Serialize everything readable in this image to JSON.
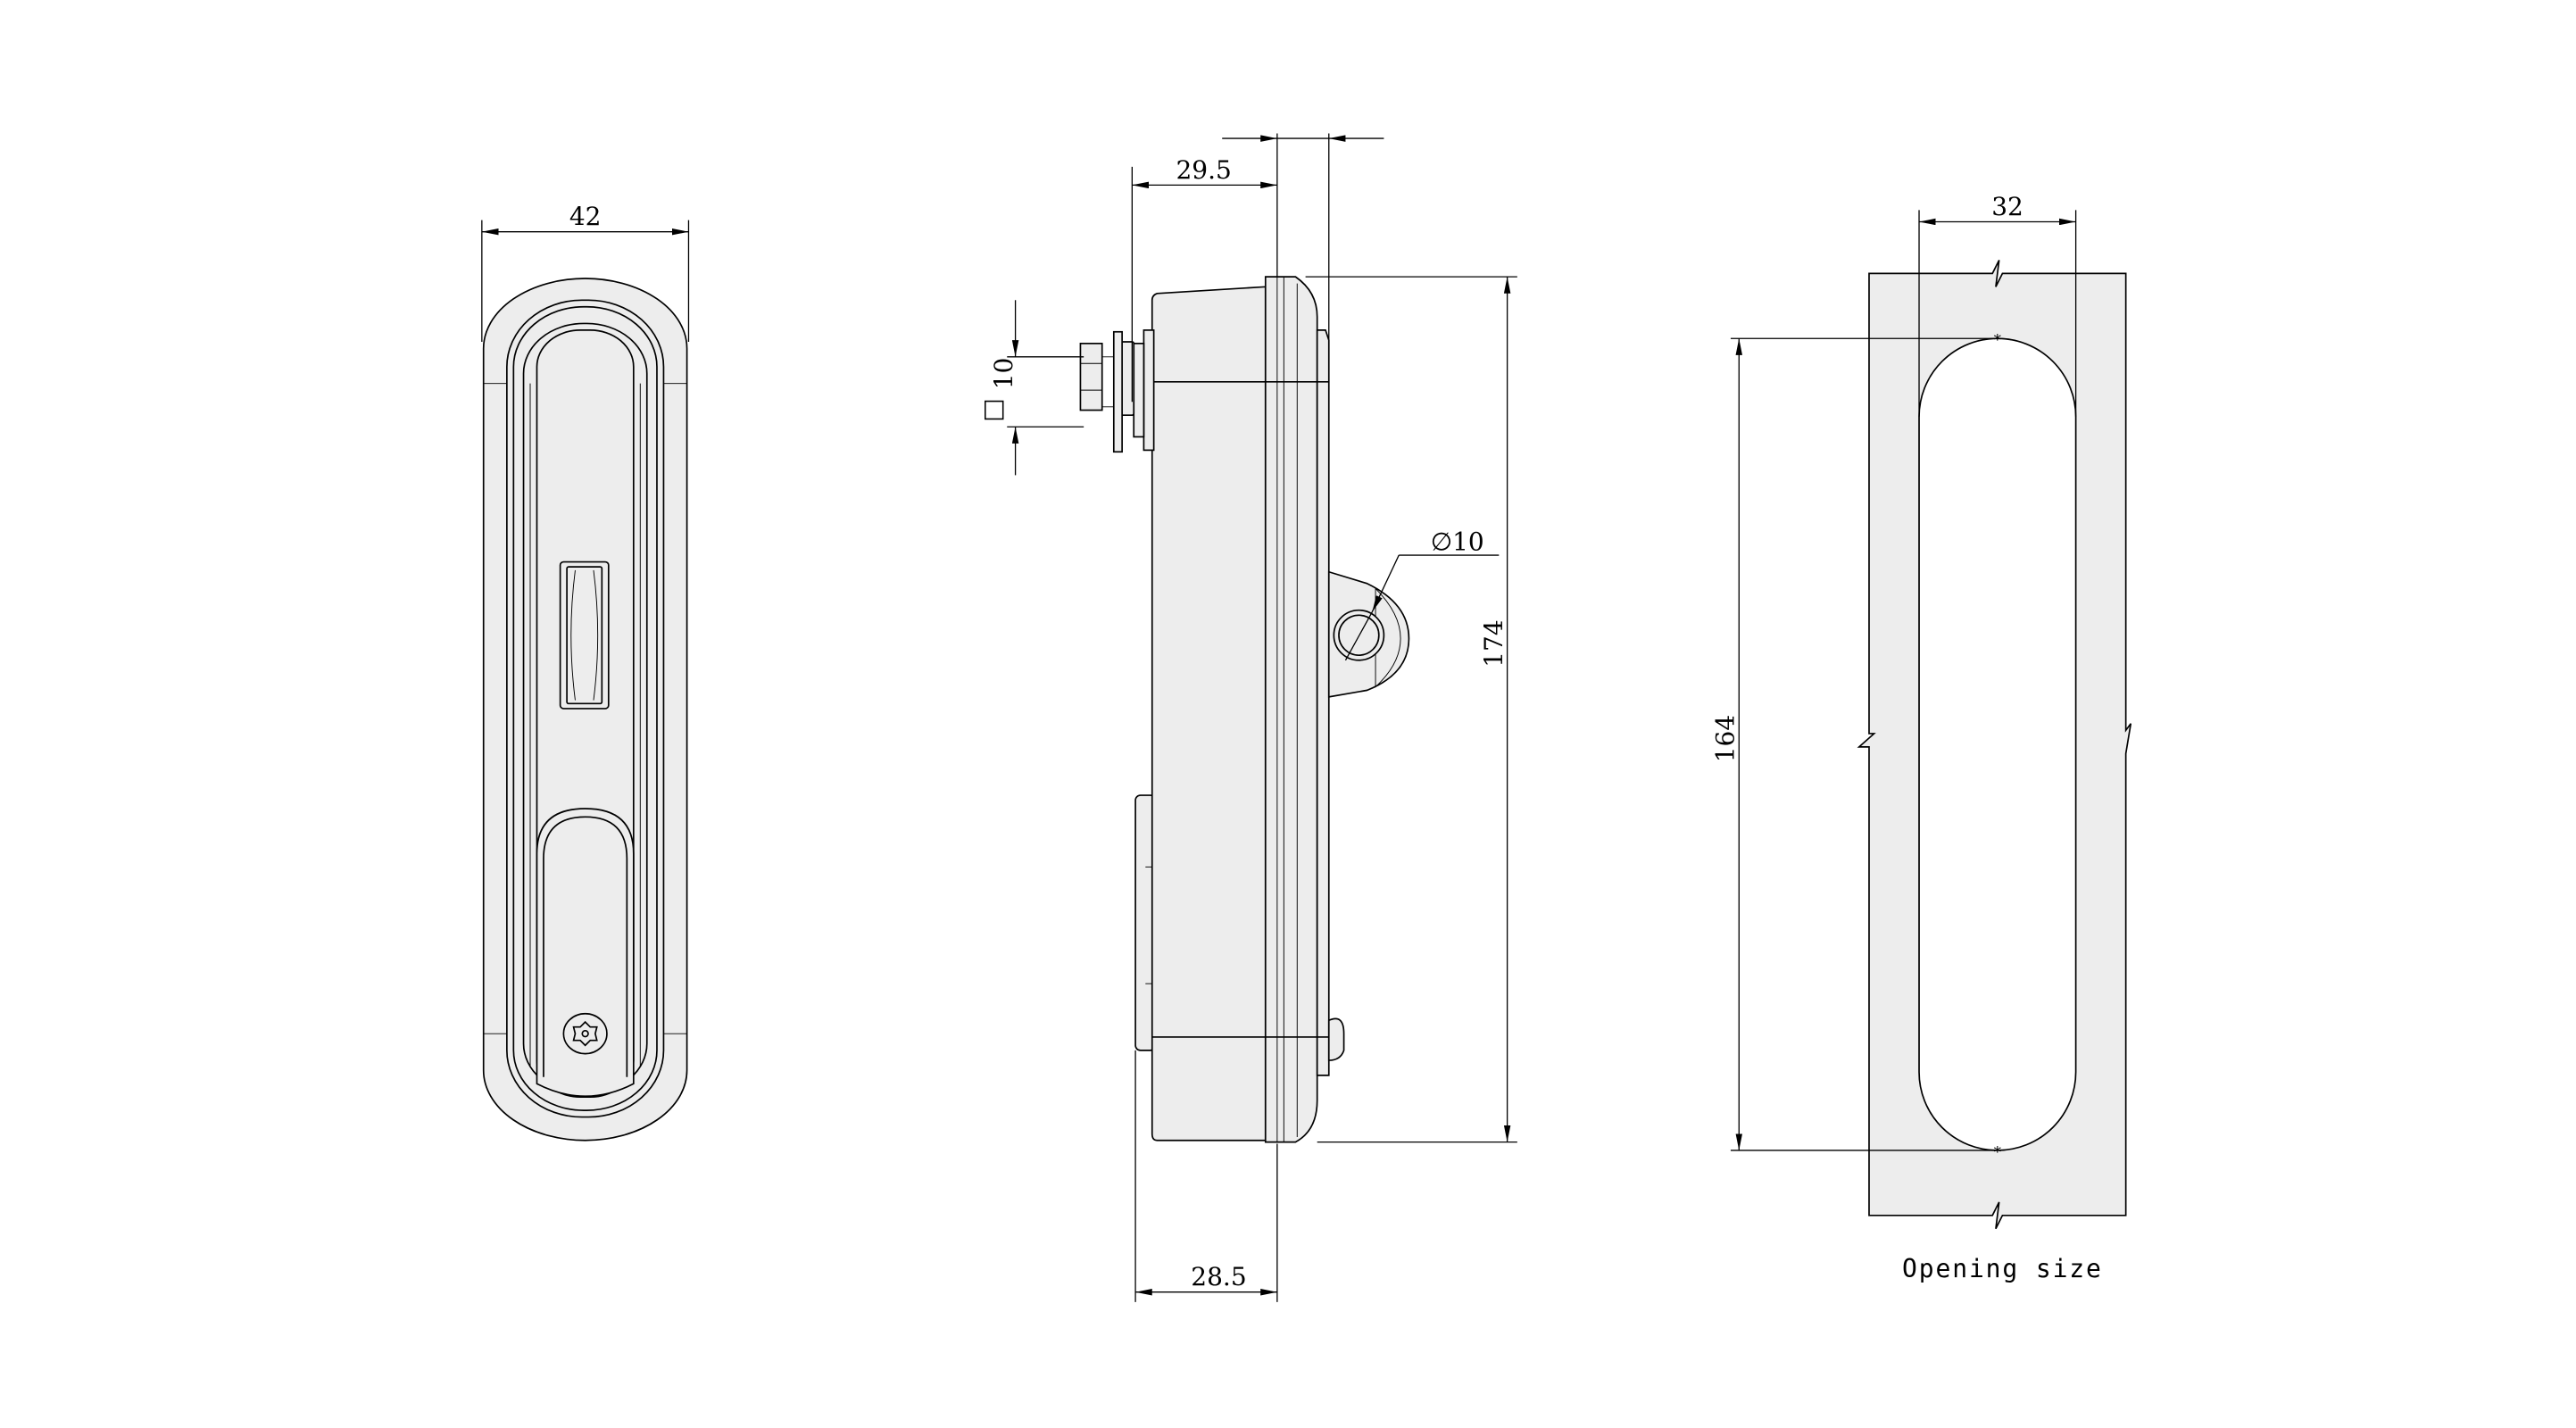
{
  "drawing": {
    "front_view": {
      "width_label": "42"
    },
    "side_view": {
      "depth_top_label": "29.5",
      "depth_bottom_label": "28.5",
      "height_label": "174",
      "square_size_label": "10",
      "square_symbol": "□",
      "cam_diameter_label": "∅10"
    },
    "opening_view": {
      "width_label": "32",
      "height_label": "164",
      "caption": "Opening size"
    }
  },
  "colors": {
    "part_fill": "#ededed",
    "line": "#000000",
    "background": "#ffffff"
  }
}
